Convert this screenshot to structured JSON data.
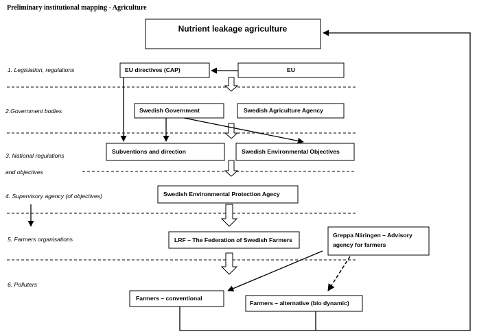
{
  "title": "Preliminary institutional mapping - Agriculture",
  "main_box": "Nutrient leakage agriculture",
  "levels": {
    "l1": "1. Legislation, regulations",
    "l2": "2.Government bodies",
    "l3a": "3. National regulations",
    "l3b": "and objectives",
    "l4": "4. Supervisory agency (of objectives)",
    "l5": "5. Farmers organisations",
    "l6": "6. Polluters"
  },
  "boxes": {
    "eu_directives": "EU directives (CAP)",
    "eu": "EU",
    "swedish_government": "Swedish Government",
    "swedish_agriculture_agency": "Swedish Agriculture Agency",
    "subventions": "Subventions and direction",
    "environmental_objectives": "Swedish Environmental Objectives",
    "epa": "Swedish Environmental Protection Agecy",
    "lrf": "LRF – The Federation of Swedish Farmers",
    "greppa_line1": "Greppa Näringen – Advisory",
    "greppa_line2": "agency for farmers",
    "farmers_conventional": "Farmers – conventional",
    "farmers_alternative": "Farmers – alternative (bio dynamic)"
  }
}
